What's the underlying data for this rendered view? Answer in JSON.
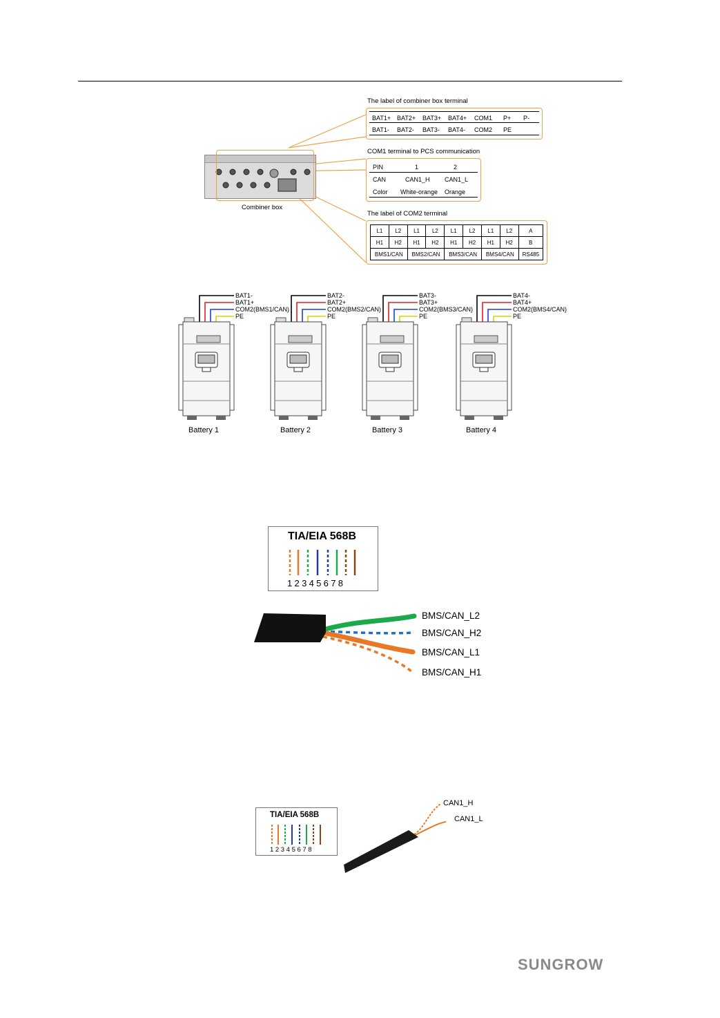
{
  "combiner": {
    "label_title": "The label of combiner box terminal",
    "row1": [
      "BAT1+",
      "BAT2+",
      "BAT3+",
      "BAT4+",
      "COM1",
      "P+",
      "P-"
    ],
    "row2": [
      "BAT1-",
      "BAT2-",
      "BAT3-",
      "BAT4-",
      "COM2",
      "PE"
    ],
    "box_caption": "Combiner box"
  },
  "com1": {
    "title": "COM1 terminal to PCS communication",
    "rows": [
      [
        "PIN",
        "1",
        "2"
      ],
      [
        "CAN",
        "CAN1_H",
        "CAN1_L"
      ],
      [
        "Color",
        "White-orange",
        "Orange"
      ]
    ]
  },
  "com2": {
    "title": "The label of COM2 terminal",
    "row1": [
      "L1",
      "L2",
      "L1",
      "L2",
      "L1",
      "L2",
      "L1",
      "L2",
      "A"
    ],
    "row2": [
      "H1",
      "H2",
      "H1",
      "H2",
      "H1",
      "H2",
      "H1",
      "H2",
      "B"
    ],
    "row3": [
      "BMS1/CAN",
      "BMS2/CAN",
      "BMS3/CAN",
      "BMS4/CAN",
      "RS485"
    ]
  },
  "batteries": [
    {
      "name": "Battery 1",
      "neg": "BAT1-",
      "pos": "BAT1+",
      "com": "COM2(BMS1/CAN)",
      "pe": "PE"
    },
    {
      "name": "Battery 2",
      "neg": "BAT2-",
      "pos": "BAT2+",
      "com": "COM2(BMS2/CAN)",
      "pe": "PE"
    },
    {
      "name": "Battery 3",
      "neg": "BAT3-",
      "pos": "BAT3+",
      "com": "COM2(BMS3/CAN)",
      "pe": "PE"
    },
    {
      "name": "Battery 4",
      "neg": "BAT4-",
      "pos": "BAT4+",
      "com": "COM2(BMS4/CAN)",
      "pe": "PE"
    }
  ],
  "tia1": {
    "title": "TIA/EIA 568B",
    "pins": [
      "1",
      "2",
      "3",
      "4",
      "5",
      "6",
      "7",
      "8"
    ],
    "wires": [
      "BMS/CAN_L2",
      "BMS/CAN_H2",
      "BMS/CAN_L1",
      "BMS/CAN_H1"
    ]
  },
  "tia2": {
    "title": "TIA/EIA 568B",
    "pins": [
      "1",
      "2",
      "3",
      "4",
      "5",
      "6",
      "7",
      "8"
    ],
    "wires": [
      "CAN1_H",
      "CAN1_L"
    ]
  },
  "logo": "SUNGROW",
  "colors": {
    "accent": "#f0a14a",
    "orange": "#e97826",
    "green": "#1aaa4b",
    "blue": "#1f6fc9",
    "brown": "#8b4513",
    "red": "#e02020",
    "yellow": "#d6d600"
  }
}
